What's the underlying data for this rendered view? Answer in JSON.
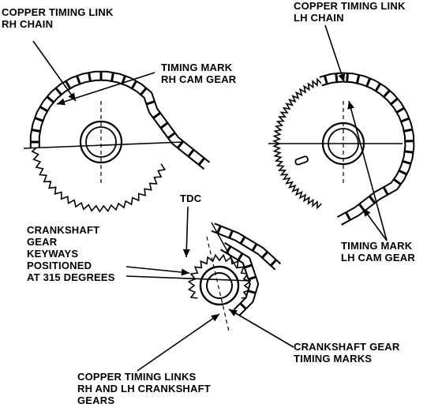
{
  "labels": {
    "rh_link": [
      "COPPER TIMING LINK",
      "RH CHAIN"
    ],
    "lh_link": [
      "COPPER TIMING LINK",
      "LH CHAIN"
    ],
    "rh_mark": [
      "TIMING MARK",
      "RH CAM GEAR"
    ],
    "tdc": "TDC",
    "crank_keyways": [
      "CRANKSHAFT",
      "GEAR",
      "KEYWAYS",
      "POSITIONED",
      "AT 315 DEGREES"
    ],
    "lh_mark": [
      "TIMING MARK",
      "LH CAM GEAR"
    ],
    "crank_marks": [
      "CRANKSHAFT GEAR",
      "TIMING MARKS"
    ],
    "crank_links": [
      "COPPER TIMING LINKS",
      "RH AND LH CRANKSHAFT",
      "GEARS"
    ]
  },
  "colors": {
    "ink": "#000000",
    "paper": "#ffffff"
  }
}
